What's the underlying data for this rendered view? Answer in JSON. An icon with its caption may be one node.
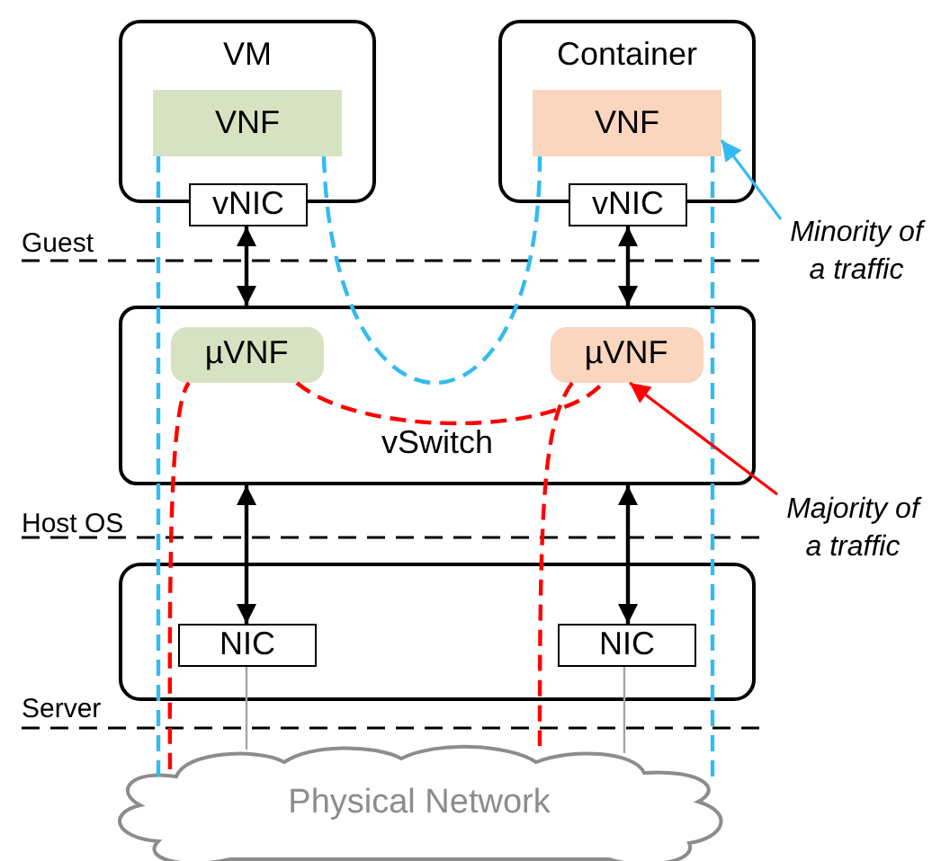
{
  "diagram": {
    "nodes": [
      {
        "text": [
          "VM"
        ]
      },
      {
        "text": [
          "VNF"
        ],
        "in": 0
      },
      {
        "text": [
          "vNIC"
        ]
      },
      {
        "text": [
          "Container"
        ]
      },
      {
        "text": [
          "VNF"
        ],
        "in": 3
      },
      {
        "text": [
          "vNIC"
        ]
      },
      {
        "text": [
          "vSwitch"
        ]
      },
      {
        "text": [
          "µVNF"
        ],
        "in": 6
      },
      {
        "text": [
          "µVNF"
        ],
        "in": 6
      },
      {
        "text": [],
        "shape": "box"
      },
      {
        "text": [
          "NIC"
        ],
        "in": 9
      },
      {
        "text": [
          "NIC"
        ],
        "in": 9
      },
      {
        "text": [
          "Physical Network"
        ]
      },
      {
        "text": [
          "Minority of a traffic"
        ]
      },
      {
        "text": [
          "Majority of a traffic"
        ]
      }
    ],
    "edges": [
      {
        "from": 2,
        "to": 6,
        "arrow": "both"
      },
      {
        "from": 5,
        "to": 6,
        "arrow": "both"
      },
      {
        "from": 6,
        "to": 10,
        "arrow": "both"
      },
      {
        "from": 6,
        "to": 11,
        "arrow": "both"
      },
      {
        "from": 10,
        "to": 12,
        "arrow": "none",
        "color": "#a6a6a6"
      },
      {
        "from": 11,
        "to": 12,
        "arrow": "none",
        "color": "#a6a6a6"
      },
      {
        "from": 12,
        "to": 1,
        "arrow": "none",
        "style": "dashed",
        "color": "#33bbf0"
      },
      {
        "from": 1,
        "to": 4,
        "arrow": "none",
        "style": "dashed",
        "color": "#33bbf0"
      },
      {
        "from": 4,
        "to": 12,
        "arrow": "none",
        "style": "dashed",
        "color": "#33bbf0"
      },
      {
        "from": 12,
        "to": 7,
        "arrow": "none",
        "style": "dashed",
        "color": "#ff0000"
      },
      {
        "from": 7,
        "to": 8,
        "arrow": "none",
        "style": "dashed",
        "color": "#ff0000"
      },
      {
        "from": 8,
        "to": 12,
        "arrow": "none",
        "style": "dashed",
        "color": "#ff0000"
      },
      {
        "from": 13,
        "to": 4,
        "arrow": "to",
        "color": "#33bbf0"
      },
      {
        "from": 14,
        "to": 8,
        "arrow": "to",
        "color": "#ff0000"
      }
    ],
    "labels": [
      "Guest",
      "Host OS",
      "Server"
    ]
  }
}
